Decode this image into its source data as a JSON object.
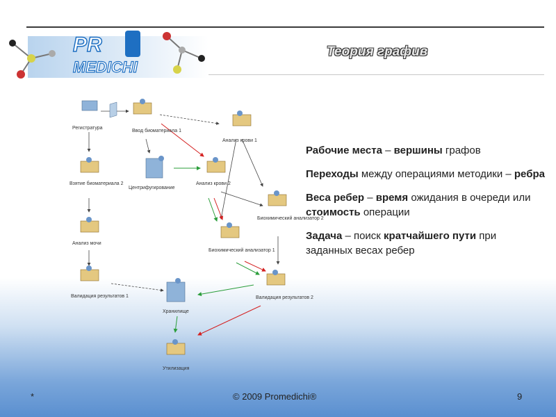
{
  "slide": {
    "title": "Теория графив",
    "logo_top": "PR",
    "logo_bottom": "MEDICHI"
  },
  "diagram": {
    "nodes": [
      {
        "id": "registratura",
        "label": "Регистратура"
      },
      {
        "id": "vvod",
        "label": "Ввод биоматериала 1"
      },
      {
        "id": "analiz_krovi_1",
        "label": "Анализ крови 1"
      },
      {
        "id": "vzyatie",
        "label": "Взятие биоматериала 2"
      },
      {
        "id": "centrifug",
        "label": "Центрифугирование"
      },
      {
        "id": "analiz_krovi_2",
        "label": "Анализ крови 2"
      },
      {
        "id": "biohim_2",
        "label": "Биохимический анализатор 2"
      },
      {
        "id": "analiz_mochi",
        "label": "Анализ мочи"
      },
      {
        "id": "biohim_1",
        "label": "Биохимический анализатор 1"
      },
      {
        "id": "validaciya_1",
        "label": "Валидация результатов 1"
      },
      {
        "id": "hranilishe",
        "label": "Хранилище"
      },
      {
        "id": "validaciya_2",
        "label": "Валидация результатов 2"
      },
      {
        "id": "utilizaciya",
        "label": "Утилизация"
      }
    ]
  },
  "bullets": [
    {
      "bold1": "Рабочие места",
      "mid1": " – ",
      "bold2": "вершины",
      "rest": " графов"
    },
    {
      "bold1": "Переходы",
      "mid1": " между операциями методики – ",
      "bold2": "ребра",
      "rest": ""
    },
    {
      "bold1": "Веса ребер",
      "mid1": " – ",
      "bold2": "время",
      "rest": " ожидания в очереди или ",
      "bold3": "стоимость",
      "rest2": " операции"
    },
    {
      "bold1": "Задача",
      "mid1": " – поиск ",
      "bold2": "кратчайшего пути",
      "rest": " при заданных весах ребер"
    }
  ],
  "footer": {
    "star": "*",
    "copyright": "© 2009 Promedichi®",
    "page": "9"
  },
  "colors": {
    "green_edge": "#2a9d3a",
    "red_edge": "#d42020",
    "dark_edge": "#444444"
  }
}
